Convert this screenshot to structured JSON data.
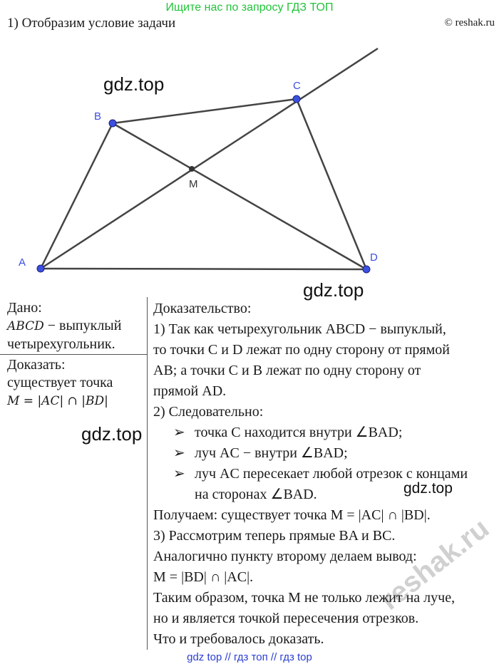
{
  "banner": "Ищите нас по запросу ГДЗ ТОП",
  "heading": "1) Отобразим условие задачи",
  "copyright": "© reshak.ru",
  "diagram": {
    "points": {
      "A": "A",
      "B": "B",
      "C": "C",
      "D": "D",
      "M": "M"
    },
    "point_color": "#3b4fe0"
  },
  "watermarks": [
    "gdz.top",
    "gdz.top",
    "gdz.top",
    "gdz.top"
  ],
  "stamp": "reshak.ru",
  "given": {
    "title": "Дано:",
    "line1_math": "ABCD",
    "line1_text": " − выпуклый",
    "line2": "четырехугольник."
  },
  "prove": {
    "title": "Доказать:",
    "line1": "существует точка",
    "line2_math": "M = |AC| ∩ |BD|"
  },
  "proof": {
    "title": "Доказательство:",
    "lines": [
      "1) Так как четырехугольник ABCD − выпуклый,",
      "то точки C и D лежат по одну сторону от прямой",
      "AB; а точки C и B лежат по одну сторону от",
      "прямой AD.",
      "2) Следовательно:"
    ],
    "bullets": [
      "точка C находится внутри ∠BAD;",
      "луч AC − внутри ∠BAD;",
      "луч AC пересекает любой отрезок с концами",
      "на сторонах ∠BAD."
    ],
    "after": [
      "Получаем: существует точка M = |AC| ∩ |BD|.",
      "3) Рассмотрим теперь прямые BA и BC.",
      "Аналогично пункту второму делаем вывод:",
      "M = |BD| ∩ |AC|.",
      "Таким образом, точка M не только лежит на луче,",
      "но и  является точкой пересечения отрезков.",
      "Что и требовалось доказать."
    ]
  },
  "footer": "gdz top  //  гдз топ  //  гдз top"
}
